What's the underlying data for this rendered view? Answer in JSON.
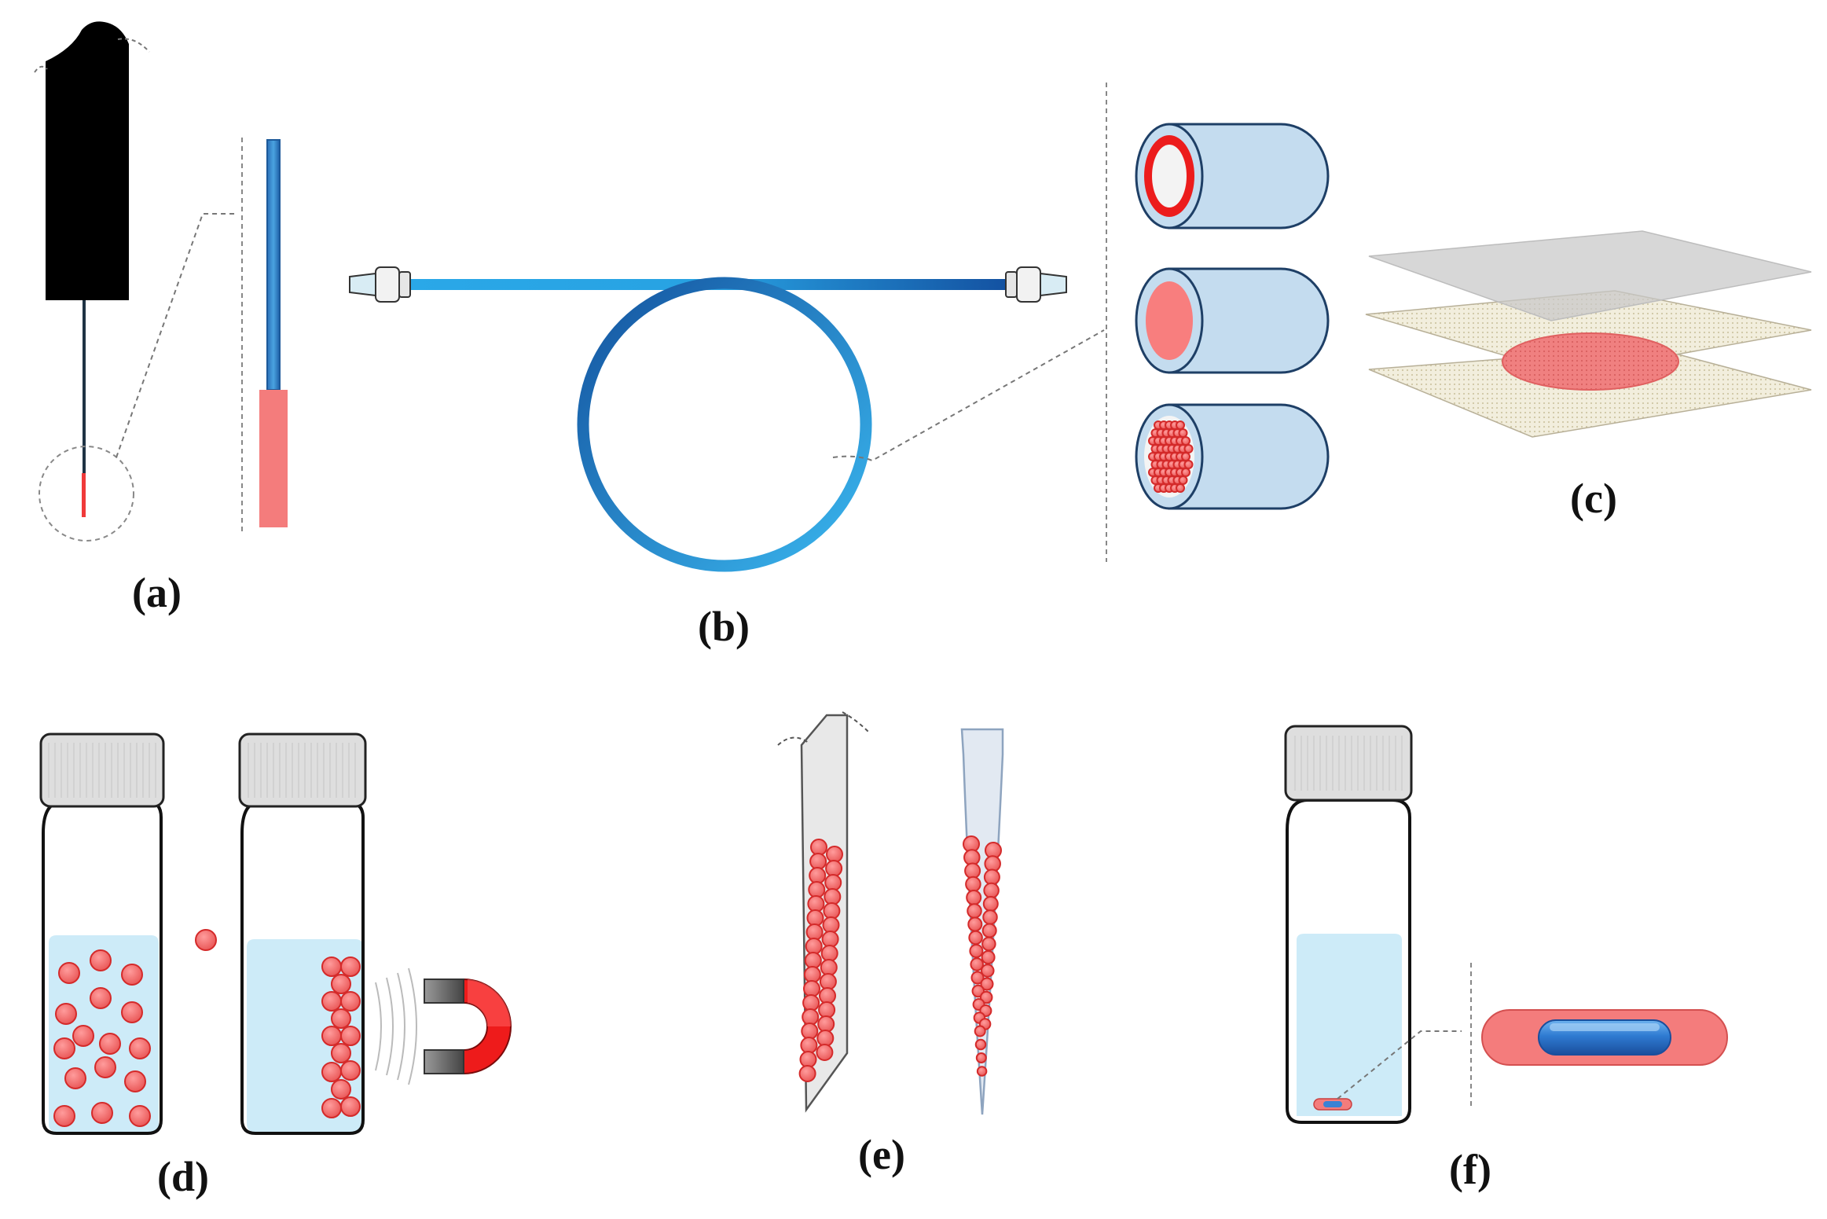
{
  "labels": {
    "a": "(a)",
    "b": "(b)",
    "c": "(c)",
    "d": "(d)",
    "e": "(e)",
    "f": "(f)"
  },
  "colors": {
    "coating_red": "#ff8080",
    "bead_red": "#ef6262",
    "bead_stroke": "#d42a2a",
    "tube_blue_light": "#2aa8e8",
    "tube_blue_dark": "#1455a8",
    "sleeve_blue": "#c4dcef",
    "liquid_blue": "#cdebf8",
    "cap_grey": "#dedede",
    "sheet_beige": "#f1ecdc",
    "black": "#000000"
  },
  "panels": {
    "a": {
      "name": "fiber-spme"
    },
    "b": {
      "name": "in-tube-spme"
    },
    "c": {
      "name": "thin-film-spme"
    },
    "d": {
      "name": "dispersive-magnetic-spe"
    },
    "e": {
      "name": "pipette-tip-spe"
    },
    "f": {
      "name": "stir-bar-sorptive-extraction"
    }
  }
}
